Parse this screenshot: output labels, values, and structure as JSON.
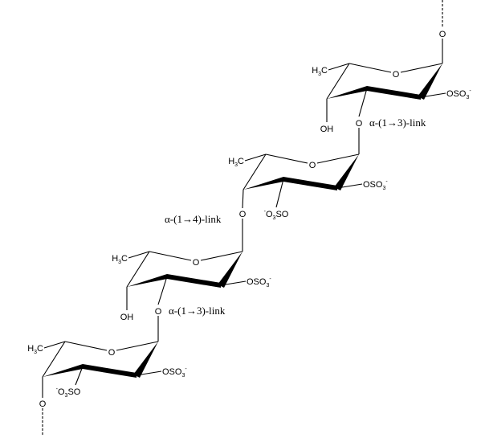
{
  "atoms": {
    "ring_oxygen": "O",
    "oxygen": "O",
    "methyl": {
      "a": "H",
      "sub": "3",
      "b": "C"
    },
    "hydroxyl": "OH",
    "sulfate_right": {
      "a": "OSO",
      "sub": "3",
      "sup": "-"
    },
    "sulfate_left": {
      "sup": "-",
      "a": "O",
      "sub": "3",
      "b": "SO"
    }
  },
  "links": {
    "top": "α-(1→3)-link",
    "middle": "α-(1→4)-link",
    "bottom": "α-(1→3)-link"
  }
}
